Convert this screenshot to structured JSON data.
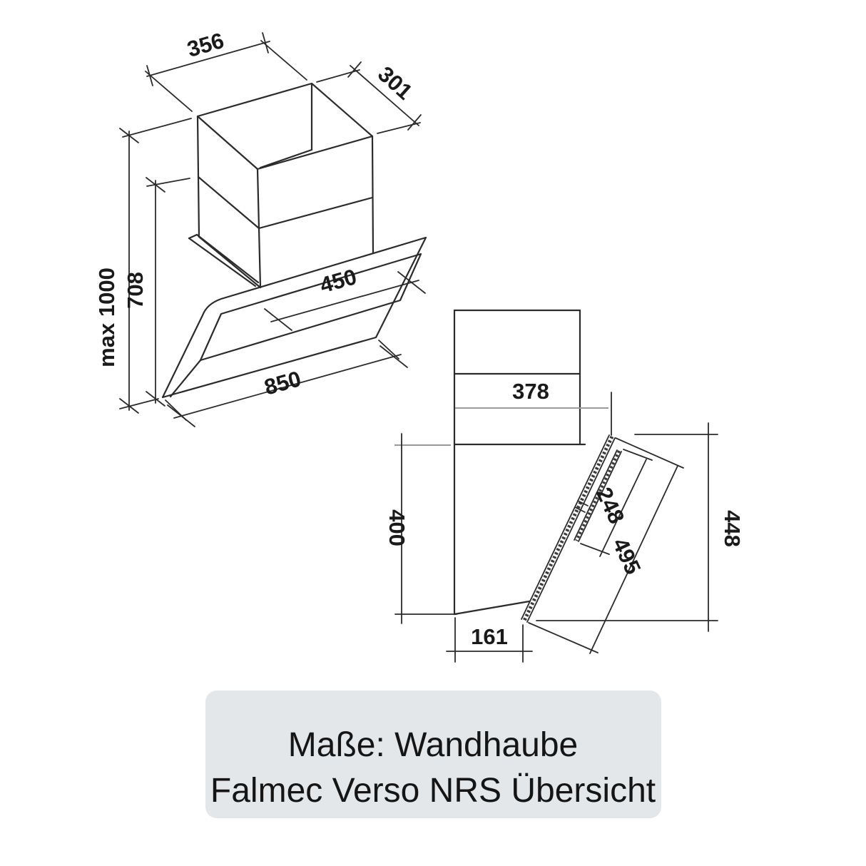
{
  "colors": {
    "background": "#ffffff",
    "line": "#2b2b2b",
    "dim_line_gray": "#9b9b9b",
    "caption_bg": "#e3e7ea",
    "text": "#1a1a1a"
  },
  "isometric_view": {
    "dim_top_width": "356",
    "dim_top_depth": "301",
    "dim_height_max": "max 1000",
    "dim_height_to_joint": "708",
    "dim_inner_panel_width": "450",
    "dim_glass_width": "850"
  },
  "side_view": {
    "dim_total_depth": "378",
    "dim_body_height": "400",
    "dim_bottom_depth": "161",
    "dim_inner_panel_length": "248",
    "dim_glass_length": "495",
    "dim_front_height": "448"
  },
  "caption": {
    "line1": "Maße: Wandhaube",
    "line2": "Falmec Verso NRS Übersicht"
  }
}
